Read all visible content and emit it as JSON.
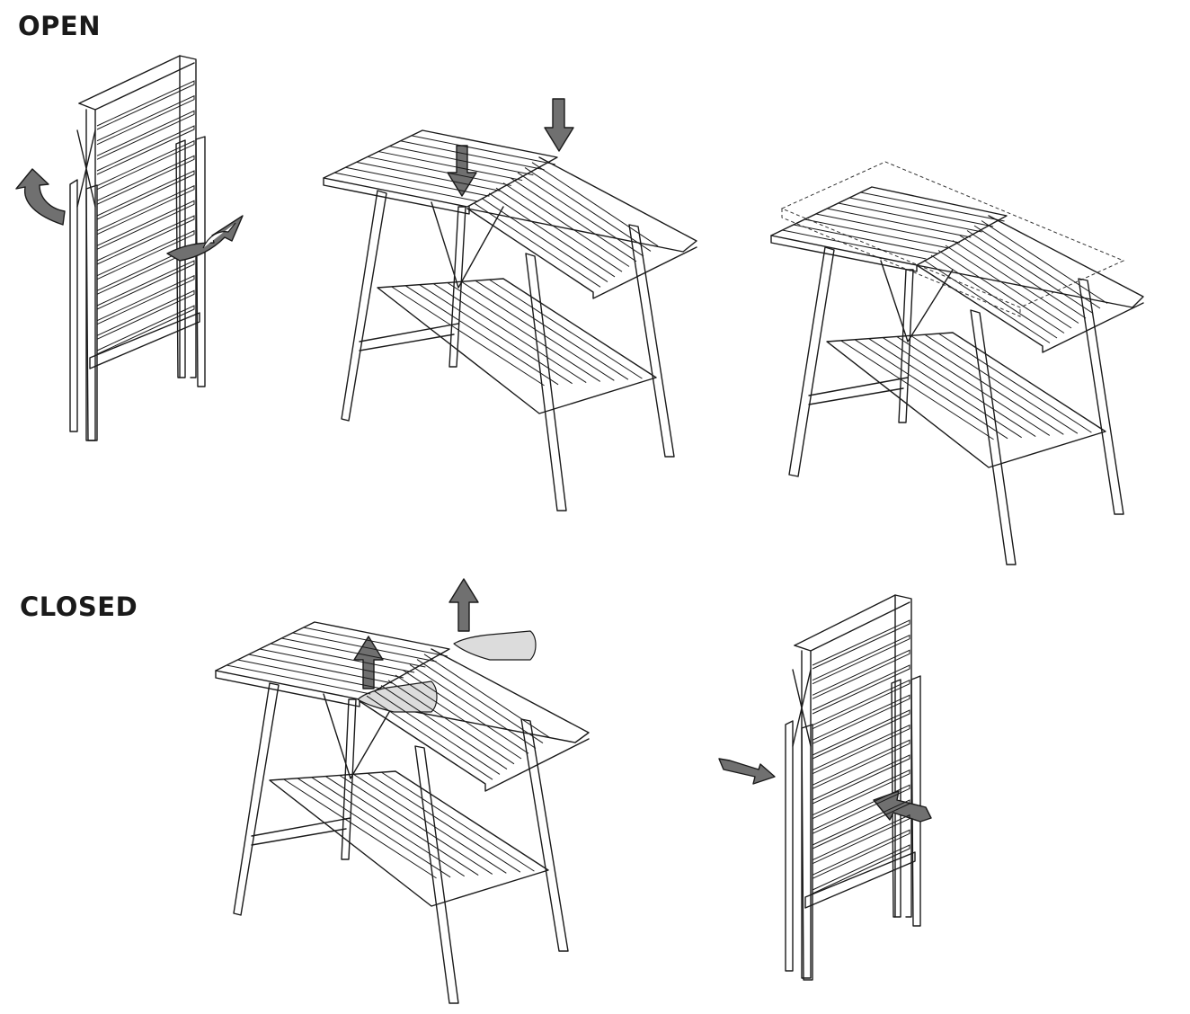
{
  "sections": {
    "open_label": "OPEN",
    "closed_label": "CLOSED"
  },
  "colors": {
    "line": "#1a1a1a",
    "arrow_fill": "#707070",
    "hand_fill": "#dcdcdc",
    "background": "#ffffff"
  },
  "steps": [
    {
      "section": "open",
      "state": "folded rack",
      "arrows": [
        "rotate-arrow",
        "unfold-arrow"
      ]
    },
    {
      "section": "open",
      "state": "opening rack",
      "arrows": [
        "push-down-arrow",
        "push-down-arrow"
      ]
    },
    {
      "section": "open",
      "state": "open rack with folding wing"
    },
    {
      "section": "closed",
      "state": "lifting wings",
      "arrows": [
        "lift-up-arrow",
        "lift-up-arrow"
      ]
    },
    {
      "section": "closed",
      "state": "folded rack",
      "arrows": [
        "push-in-arrow",
        "push-in-arrow"
      ]
    }
  ]
}
